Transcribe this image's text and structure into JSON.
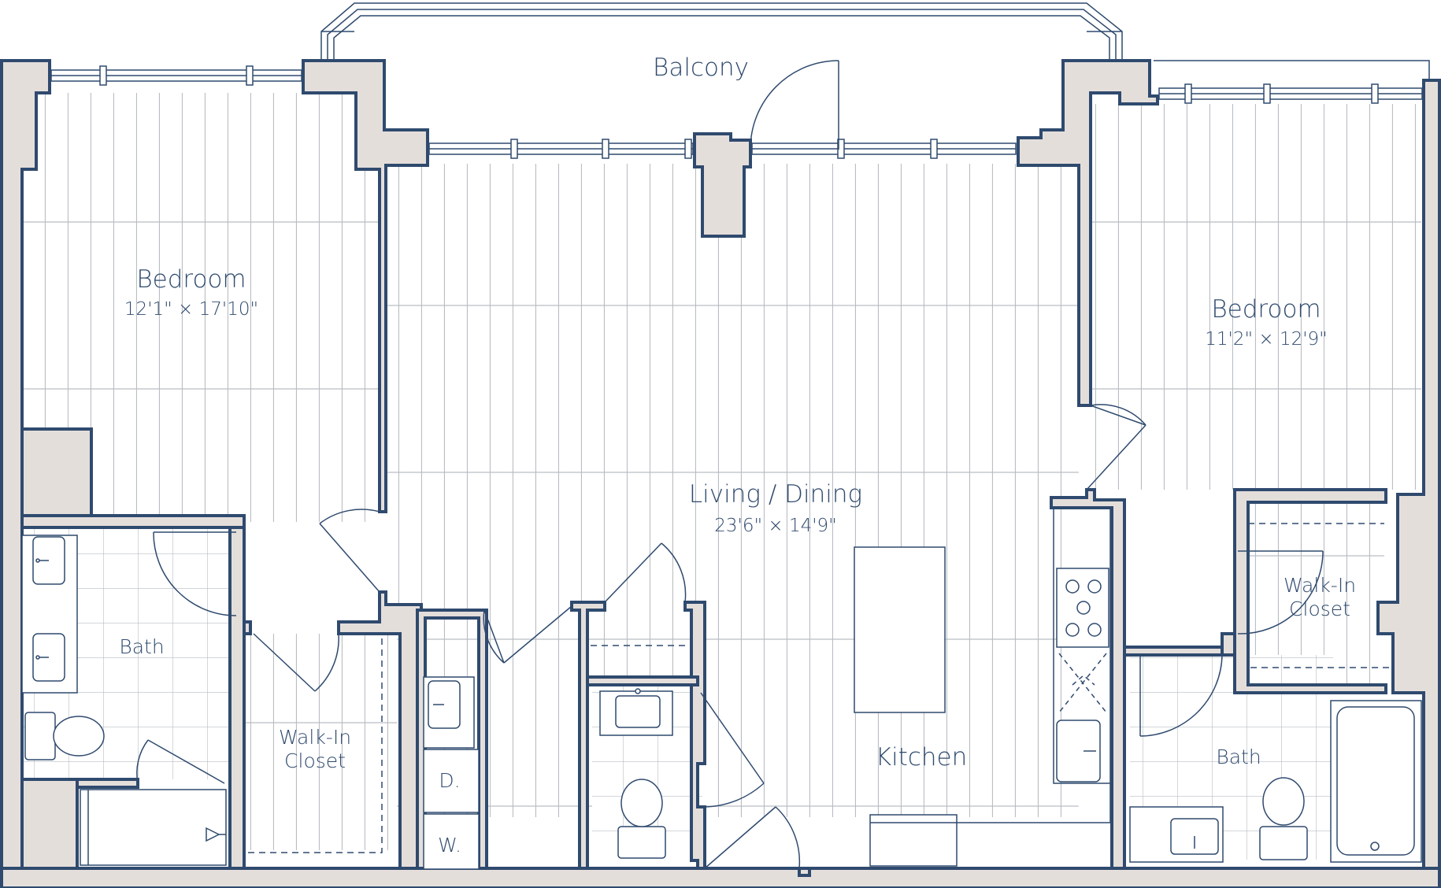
{
  "colors": {
    "wall_fill": "#e4dedb",
    "wall_stroke": "#2f4a6e",
    "floor_line": "#b9bdc3",
    "fixture": "#2f4a6e",
    "background": "#ffffff"
  },
  "rooms": {
    "balcony": {
      "name": "Balcony"
    },
    "bedroom_left": {
      "name": "Bedroom",
      "dimensions": "12'1\" × 17'10\""
    },
    "bedroom_right": {
      "name": "Bedroom",
      "dimensions": "11'2\" × 12'9\""
    },
    "living_dining": {
      "name": "Living / Dining",
      "dimensions": "23'6\" × 14'9\""
    },
    "kitchen": {
      "name": "Kitchen"
    },
    "bath_left": {
      "name": "Bath"
    },
    "bath_right": {
      "name": "Bath"
    },
    "closet_left": {
      "line1": "Walk-In",
      "line2": "Closet"
    },
    "closet_right": {
      "line1": "Walk-In",
      "line2": "Closet"
    }
  },
  "appliances": {
    "dryer": "D.",
    "washer": "W."
  },
  "icons": [
    "sink-icon",
    "toilet-icon",
    "bathtub-icon",
    "shower-icon",
    "stove-icon",
    "door-swing-icon",
    "window-icon"
  ]
}
